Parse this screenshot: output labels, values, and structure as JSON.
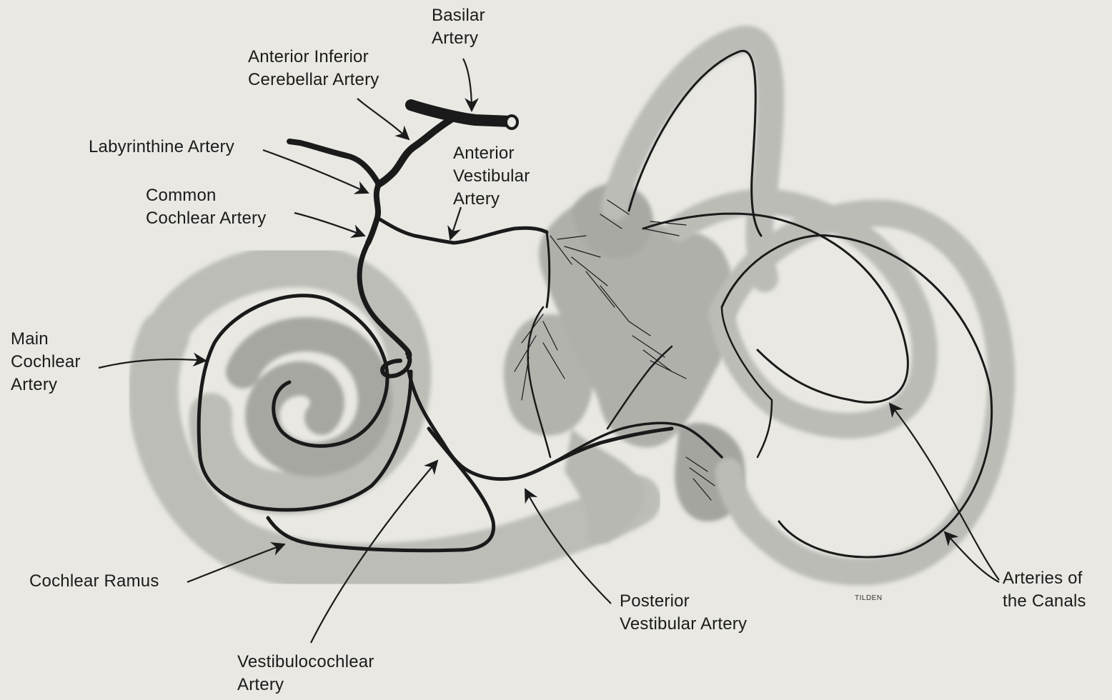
{
  "labels": {
    "basilar_artery": "Basilar\nArtery",
    "aica": "Anterior Inferior\nCerebellar Artery",
    "labyrinthine_artery": "Labyrinthine Artery",
    "common_cochlear_artery": "Common\nCochlear Artery",
    "anterior_vestibular_artery": "Anterior\nVestibular\nArtery",
    "main_cochlear_artery": "Main\nCochlear\nArtery",
    "cochlear_ramus": "Cochlear Ramus",
    "vestibulocochlear_artery": "Vestibulocochlear\nArtery",
    "posterior_vestibular_artery": "Posterior\nVestibular Artery",
    "arteries_of_the_canals": "Arteries of\nthe Canals"
  },
  "signature": "TILDEN",
  "colors": {
    "background": "#e9e8e3",
    "tissue": "#b9b9b4",
    "tissue_dark": "#9d9d98",
    "artery": "#1a1a1a",
    "text": "#1b1b1b"
  }
}
